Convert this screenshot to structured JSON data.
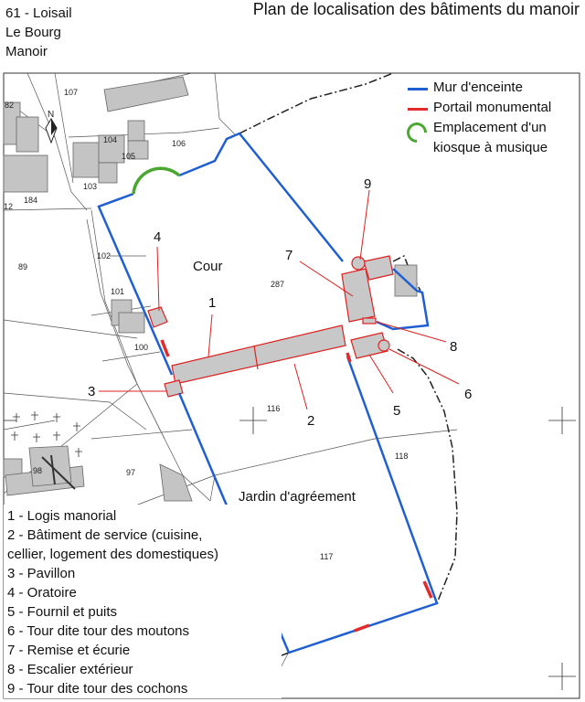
{
  "header": {
    "lines": [
      "61 - Loisail",
      "Le Bourg",
      "Manoir"
    ],
    "title": "Plan de localisation des bâtiments du manoir"
  },
  "colors": {
    "wall": "#1f5fd1",
    "gate": "#e32b2b",
    "kiosk": "#4aa832",
    "building_fill": "#c8c8c8",
    "building_stroke": "#d22",
    "leader": "#d22"
  },
  "legend": [
    {
      "symbol": "blue-line",
      "label": "Mur d'enceinte"
    },
    {
      "symbol": "red-line",
      "label": "Portail monumental"
    },
    {
      "symbol": "green-arc",
      "label": "Emplacement d'un"
    },
    {
      "symbol": "",
      "label": "kiosque à musique"
    }
  ],
  "north": "N",
  "parcels": [
    "82",
    "107",
    "104",
    "105",
    "106",
    "103",
    "184",
    "12",
    "89",
    "102",
    "101",
    "100",
    "287",
    "116",
    "118",
    "98",
    "97",
    "117"
  ],
  "areas": {
    "cour": "Cour",
    "jardin": "Jardin d'agréement"
  },
  "callouts": [
    "1",
    "2",
    "3",
    "4",
    "5",
    "6",
    "7",
    "8",
    "9"
  ],
  "key": [
    "1 - Logis manorial",
    "2 - Bâtiment de service (cuisine,",
    "cellier, logement des domestiques)",
    "3 - Pavillon",
    "4 - Oratoire",
    "5 - Fournil et puits",
    "6 - Tour dite tour des moutons",
    "7 - Remise et écurie",
    "8 - Escalier extérieur",
    "9 - Tour dite tour des cochons"
  ]
}
